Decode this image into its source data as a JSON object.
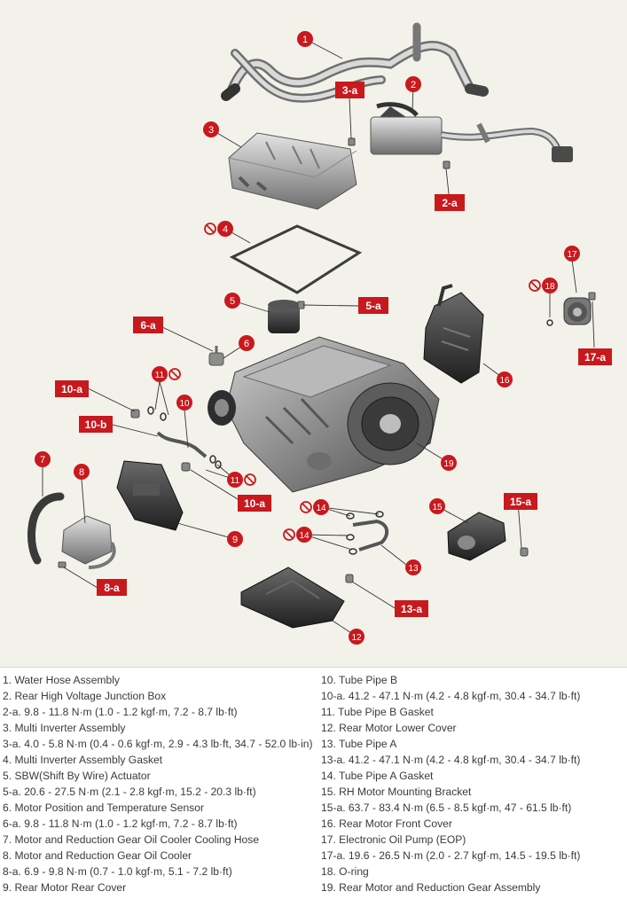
{
  "callouts": {
    "c1": "1",
    "c2": "2",
    "c3": "3",
    "c4": "4",
    "c5": "5",
    "c6": "6",
    "c7": "7",
    "c8": "8",
    "c9": "9",
    "c10": "10",
    "c11a": "11",
    "c11b": "11",
    "c12": "12",
    "c13": "13",
    "c14a": "14",
    "c14b": "14",
    "c15": "15",
    "c16": "16",
    "c17": "17",
    "c18": "18",
    "c19": "19"
  },
  "torque_labels": {
    "t3a": "3-a",
    "t2a": "2-a",
    "t5a": "5-a",
    "t6a": "6-a",
    "t10a_top": "10-a",
    "t10b": "10-b",
    "t10a_bottom": "10-a",
    "t8a": "8-a",
    "t13a": "13-a",
    "t15a": "15-a",
    "t17a": "17-a"
  },
  "colors": {
    "callout_red": "#c8191e",
    "background": "#f3f2ea",
    "text": "#3a3a3a"
  },
  "icons": [
    "prohibited-reuse-icon"
  ],
  "legend_left": [
    "1. Water Hose Assembly",
    "2. Rear High Voltage Junction Box",
    "2-a. 9.8 - 11.8 N·m (1.0 - 1.2 kgf·m, 7.2 - 8.7 lb·ft)",
    "3. Multi Inverter Assembly",
    "3-a. 4.0 - 5.8 N·m (0.4 - 0.6 kgf·m, 2.9 - 4.3 lb·ft, 34.7 - 52.0 lb·in)",
    "4. Multi Inverter Assembly Gasket",
    "5. SBW(Shift By Wire) Actuator",
    "5-a. 20.6 - 27.5 N·m (2.1 - 2.8 kgf·m, 15.2 - 20.3 lb·ft)",
    "6. Motor Position and Temperature Sensor",
    "6-a. 9.8 - 11.8 N·m (1.0 - 1.2 kgf·m, 7.2 - 8.7 lb·ft)",
    "7. Motor and Reduction Gear Oil Cooler Cooling Hose",
    "8. Motor and Reduction Gear Oil Cooler",
    "8-a. 6.9 - 9.8 N·m (0.7 - 1.0 kgf·m, 5.1 - 7.2 lb·ft)",
    "9. Rear Motor Rear Cover"
  ],
  "legend_right": [
    "10. Tube Pipe B",
    "10-a. 41.2 - 47.1 N·m (4.2 - 4.8 kgf·m, 30.4 - 34.7 lb·ft)",
    "11. Tube Pipe B Gasket",
    "12. Rear Motor Lower Cover",
    "13. Tube Pipe A",
    "13-a. 41.2 - 47.1 N·m (4.2 - 4.8 kgf·m, 30.4 - 34.7 lb·ft)",
    "14. Tube Pipe A Gasket",
    "15. RH Motor Mounting Bracket",
    "15-a. 63.7 - 83.4 N·m (6.5 - 8.5 kgf·m, 47 - 61.5 lb·ft)",
    "16. Rear Motor Front Cover",
    "17. Electronic Oil Pump (EOP)",
    "17-a. 19.6 - 26.5 N·m (2.0 - 2.7 kgf·m, 14.5 - 19.5 lb·ft)",
    "18. O-ring",
    "19. Rear Motor and Reduction Gear Assembly"
  ]
}
